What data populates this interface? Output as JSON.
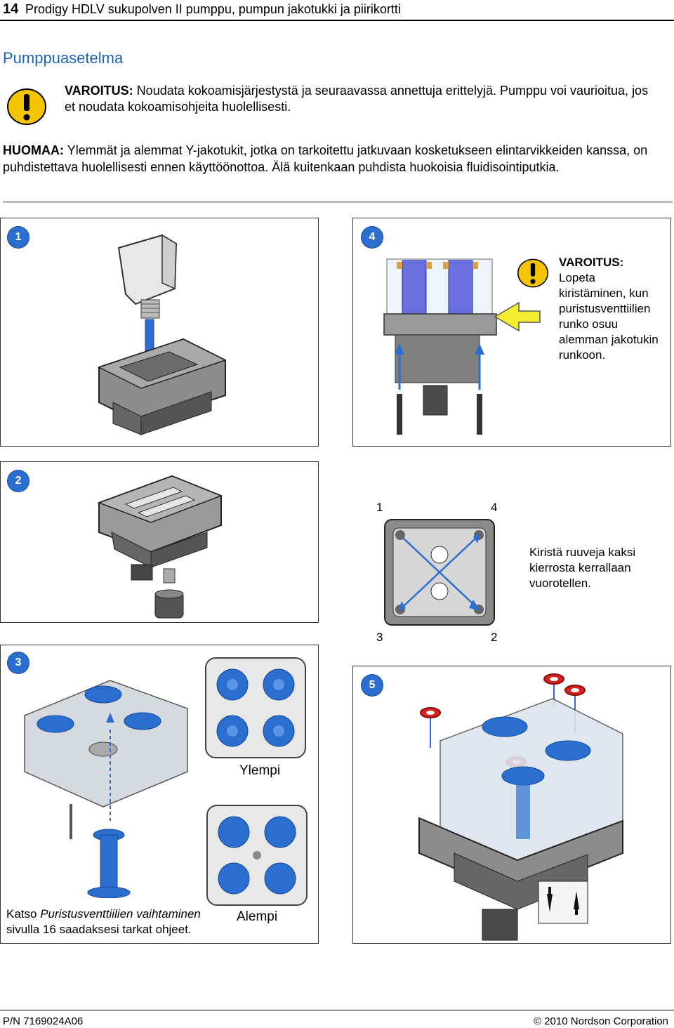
{
  "header": {
    "page_number": "14",
    "title": "Prodigy HDLV sukupolven II pumppu, pumpun jakotukki ja piirikortti"
  },
  "section_title": "Pumppuasetelma",
  "warning": {
    "label": "VAROITUS:",
    "text": "Noudata kokoamisjärjestystä ja seuraavassa annettuja erittelyjä. Pumppu voi vaurioitua, jos et noudata kokoamisohjeita huolellisesti."
  },
  "note": {
    "label": "HUOMAA:",
    "text": "Ylemmät ja alemmat Y-jakotukit, jotka on tarkoitettu jatkuvaan kosketukseen elintarvikkeiden kanssa, on puhdistettava huolellisesti ennen käyttöönottoa. Älä kuitenkaan puhdista huokoisia fluidisointiputkia."
  },
  "steps": {
    "s1": "1",
    "s2": "2",
    "s3": "3",
    "s4": "4",
    "s5": "5"
  },
  "panel4": {
    "warning_label": "VAROITUS:",
    "warning_text": "Lopeta kiristäminen, kun puristusventtiilien runko osuu alemman jakotukin runkoon."
  },
  "torque": {
    "label_1": "1",
    "label_4": "4",
    "label_3": "3",
    "label_2": "2",
    "text": "Kiristä ruuveja kaksi kierrosta kerrallaan vuorotellen."
  },
  "panel3": {
    "upper_label": "Ylempi",
    "lower_label": "Alempi",
    "ref_prefix": "Katso ",
    "ref_italic": "Puristusventtiilien vaihtaminen",
    "ref_suffix": "sivulla 16 saadaksesi tarkat ohjeet."
  },
  "footer": {
    "part_number": "P/N 7169024A06",
    "copyright": "© 2010 Nordson Corporation"
  },
  "colors": {
    "accent_blue": "#1e64b4",
    "step_blue": "#2a6fd0",
    "warning_yellow": "#f2c500",
    "seal_red": "#d8221e"
  }
}
